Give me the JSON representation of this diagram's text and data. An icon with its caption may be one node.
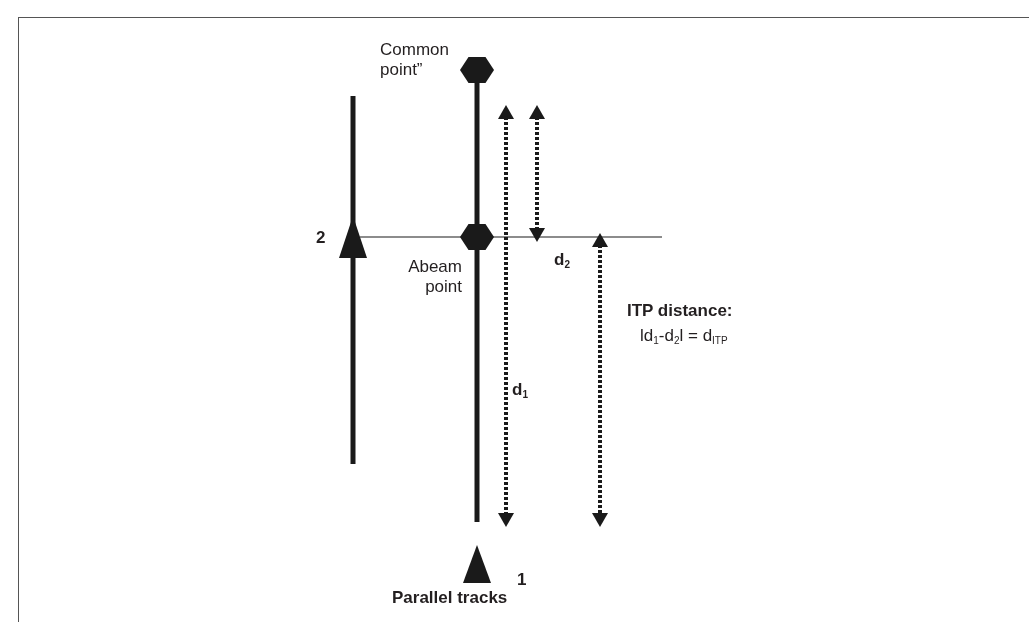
{
  "diagram": {
    "caption": "Parallel tracks",
    "labels": [
      "Common point”",
      "2",
      "d$_{2}$",
      "Abeam point",
      "ITP distance:",
      "ld$_{1}$-d$_{2}$l = d$_{ITP}$",
      "d$_{1}$",
      "1"
    ]
  }
}
